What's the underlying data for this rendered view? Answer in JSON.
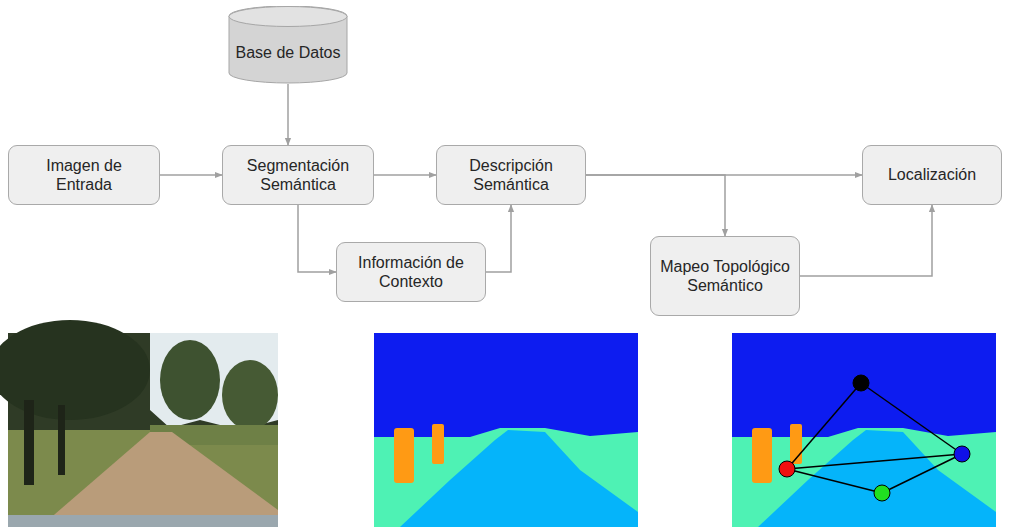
{
  "diagram": {
    "nodes": [
      {
        "text": [
          "Base de Datos"
        ]
      },
      {
        "text": [
          "Imagen de Entrada"
        ]
      },
      {
        "text": [
          "Segmentación Semántica"
        ]
      },
      {
        "text": [
          "Descripción Semántica"
        ]
      },
      {
        "text": [
          "Localización"
        ]
      },
      {
        "text": [
          "Información de Contexto"
        ]
      },
      {
        "text": [
          "Mapeo Topológico Semántico"
        ]
      }
    ],
    "edges": [
      {
        "from": 0,
        "to": 2,
        "arrow": "to"
      },
      {
        "from": 1,
        "to": 2,
        "arrow": "to"
      },
      {
        "from": 2,
        "to": 3,
        "arrow": "to"
      },
      {
        "from": 2,
        "to": 5,
        "arrow": "to"
      },
      {
        "from": 5,
        "to": 3,
        "arrow": "to"
      },
      {
        "from": 3,
        "to": 4,
        "arrow": "to"
      },
      {
        "from": 3,
        "to": 6,
        "arrow": "to"
      },
      {
        "from": 6,
        "to": 4,
        "arrow": "to"
      }
    ]
  }
}
